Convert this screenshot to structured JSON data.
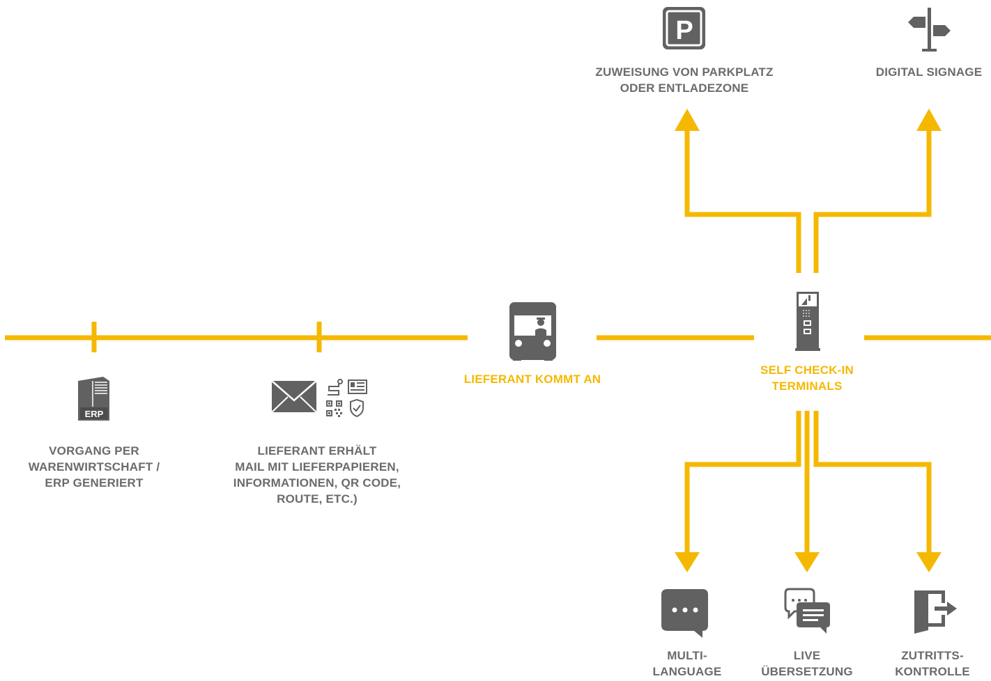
{
  "colors": {
    "accent": "#f5b800",
    "text": "#6b6b6b",
    "icon": "#616161"
  },
  "steps": {
    "erp": {
      "icon": "erp-server-icon",
      "badge": "ERP",
      "lines": [
        "VORGANG PER",
        "WARENWIRTSCHAFT /",
        "ERP GENERIERT"
      ]
    },
    "mail": {
      "icon": "envelope-icon",
      "lines": [
        "LIEFERANT ERHÄLT",
        "MAIL MIT LIEFERPAPIEREN,",
        "INFORMATIONEN, QR CODE,",
        "ROUTE, ETC.)"
      ]
    },
    "arrival": {
      "icon": "truck-icon",
      "lines": [
        "LIEFERANT KOMMT AN"
      ]
    },
    "terminal": {
      "icon": "kiosk-terminal-icon",
      "lines": [
        "SELF CHECK-IN",
        "TERMINALS"
      ]
    }
  },
  "outputs": {
    "parking": {
      "icon": "parking-sign-icon",
      "glyph": "P",
      "lines": [
        "ZUWEISUNG VON PARKPLATZ",
        "ODER ENTLADEZONE"
      ]
    },
    "signage": {
      "icon": "signpost-icon",
      "lines": [
        "DIGITAL SIGNAGE"
      ]
    },
    "multilanguage": {
      "icon": "chat-bubble-icon",
      "lines": [
        "MULTI-",
        "LANGUAGE"
      ]
    },
    "translation": {
      "icon": "conversation-icon",
      "lines": [
        "LIVE",
        "ÜBERSETZUNG"
      ]
    },
    "access": {
      "icon": "door-exit-icon",
      "lines": [
        "ZUTRITTS-",
        "KONTROLLE"
      ]
    }
  }
}
